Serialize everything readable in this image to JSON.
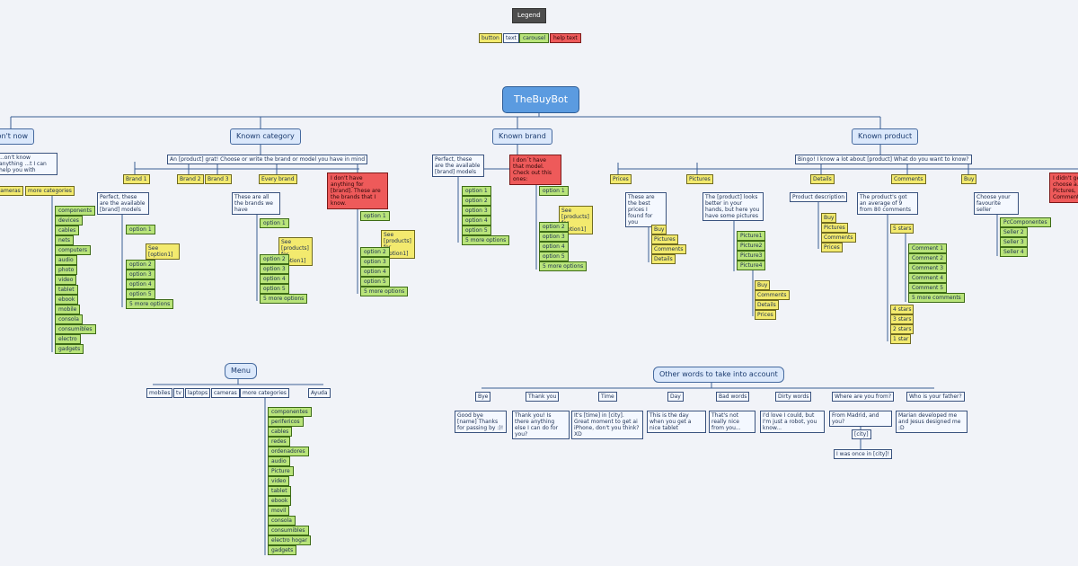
{
  "legend": {
    "title": "Legend",
    "items": [
      "button",
      "text",
      "carousel",
      "help text"
    ]
  },
  "root": "TheBuyBot",
  "branch_unknown": {
    "title": "...on't now",
    "text": "...on't know anything ...t I can help you with",
    "cameras": "cameras",
    "more_categories": "more categories",
    "items": [
      "components",
      "devices",
      "cables",
      "nets",
      "computers",
      "audio",
      "photo",
      "video",
      "tablet",
      "ebook",
      "mobile",
      "consola",
      "consumibles",
      "electro",
      "gadgets"
    ]
  },
  "known_category": {
    "title": "Known category",
    "prompt": "An [product] grat! Choose or write the brand or model you have in mind",
    "brand1": "Brand 1",
    "brand2": "Brand 2",
    "brand3": "Brand 3",
    "every_brand": "Every brand",
    "help": "I don't have anything for [brand]. These are the brands that I know.",
    "perfect": "Perfect, these are the available [brand] models",
    "these_brands": "These are all the brands we have"
  },
  "known_brand": {
    "title": "Known brand",
    "perfect": "Perfect, these are the available [brand] models",
    "help": "I don´t have that model. Check out this ones:"
  },
  "options": {
    "o1": "option 1",
    "o2": "option 2",
    "o3": "option 3",
    "o4": "option 4",
    "o5": "option 5",
    "more": "5 more options",
    "see_option": "See [option1]",
    "see_products": "See [products] for [option1]"
  },
  "known_product": {
    "title": "Known product",
    "prompt": "Bingo! I know a lot about [product] What do you want to know?",
    "tabs": [
      "Prices",
      "Pictures",
      "Details",
      "Comments",
      "Buy"
    ],
    "prices_text": "These are the best prices I found for you",
    "pictures_text": "The [product] looks better in your hands, but here you have some pictures",
    "details_text": "Product description",
    "comments_text": "The product's got an average of 9 from 80 comments",
    "buy_text": "Choose your favourite seller",
    "help": "I didn't ge... or choose a... Pictures, C... Comments...",
    "actions": [
      "Buy",
      "Pictures",
      "Comments",
      "Details"
    ],
    "pictures": [
      "Picture1",
      "Picture2",
      "Picture3",
      "Picture4"
    ],
    "pic_actions": [
      "Buy",
      "Comments",
      "Details",
      "Prices"
    ],
    "stars": [
      "5 stars",
      "4 stars",
      "3 stars",
      "2 stars",
      "1 star"
    ],
    "comments": [
      "Comment 1",
      "Comment 2",
      "Comment 3",
      "Comment 4",
      "Comment 5",
      "5 more comments"
    ],
    "sellers": [
      "PcComponentes",
      "Seller 2",
      "Seller 3",
      "Seller 4"
    ]
  },
  "menu": {
    "title": "Menu",
    "tabs": [
      "mobiles",
      "tv",
      "laptops",
      "cameras",
      "more categories"
    ],
    "ayuda": "Ayuda",
    "items": [
      "componentes",
      "perifericos",
      "cables",
      "redes",
      "ordenadores",
      "audio",
      "Picture",
      "video",
      "tablet",
      "ebook",
      "movil",
      "consola",
      "consumibles",
      "electro hogar",
      "gadgets"
    ]
  },
  "other_words": {
    "title": "Other words to take into account",
    "words": [
      {
        "label": "Bye",
        "reply": "Good bye [name] Thanks for passing by :)!"
      },
      {
        "label": "Thank you",
        "reply": "Thank you! Is there anything else I can do for you?"
      },
      {
        "label": "Time",
        "reply": "It's [time] in [city]. Great moment to get ai iPhone, don't you think? XD"
      },
      {
        "label": "Day",
        "reply": "This is the day when you get a nice tablet"
      },
      {
        "label": "Bad words",
        "reply": "That's not really nice from you..."
      },
      {
        "label": "Dirty words",
        "reply": "I'd love I could, but I'm just a robot, you know..."
      },
      {
        "label": "Where are you from?",
        "reply": "From Madrid, and you?"
      },
      {
        "label": "Who is your father?",
        "reply": "Marian developed me and Jesus designed me :D"
      }
    ],
    "city": "[city]",
    "once": "I was once in [city]!"
  }
}
